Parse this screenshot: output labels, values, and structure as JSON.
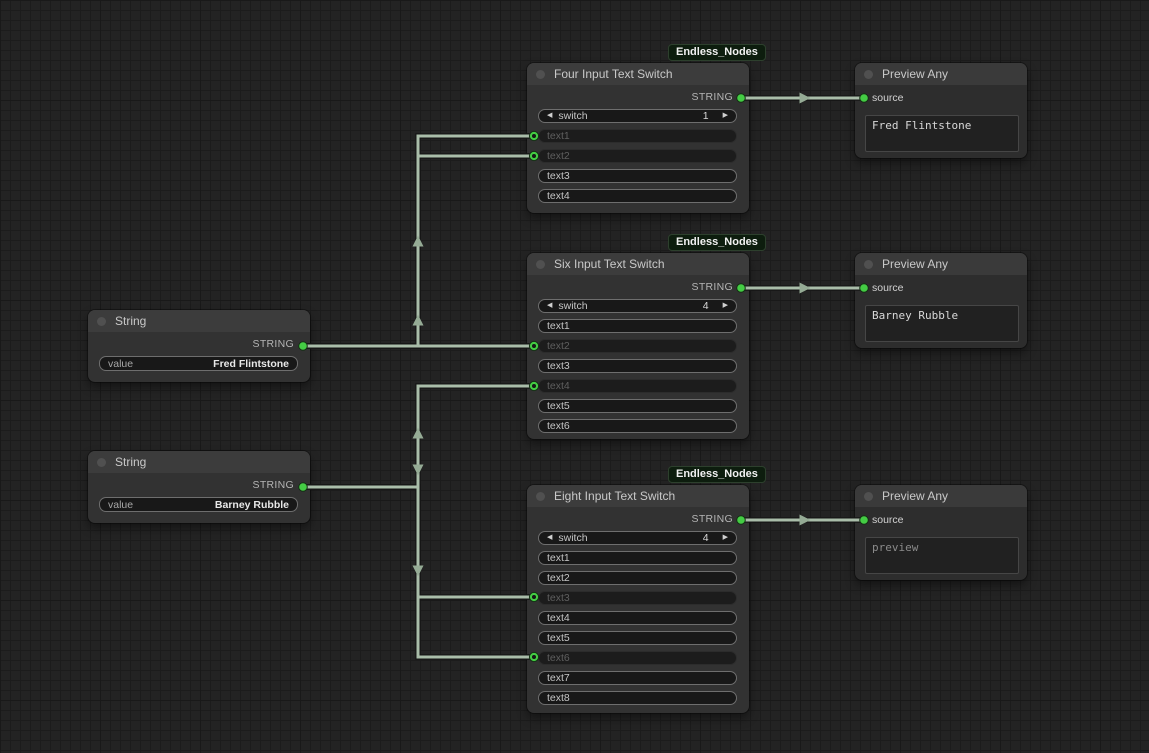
{
  "badge": "Endless_Nodes",
  "icons": {
    "left_arrow": "◀",
    "right_arrow": "▶"
  },
  "colors": {
    "link": "#a9bda9",
    "slot_green": "#44cc44",
    "node_body": "#323232",
    "node_title": "#3c3c3c",
    "badge_bg": "#0d1d0e"
  },
  "string_nodes": [
    {
      "title": "String",
      "output_label": "STRING",
      "widget_label": "value",
      "widget_value": "Fred Flintstone"
    },
    {
      "title": "String",
      "output_label": "STRING",
      "widget_label": "value",
      "widget_value": "Barney Rubble"
    }
  ],
  "switch_nodes": [
    {
      "title": "Four Input Text Switch",
      "output_label": "STRING",
      "switch_label": "switch",
      "switch_value": "1",
      "widgets": [
        {
          "label": "text1",
          "connected": true
        },
        {
          "label": "text2",
          "connected": true
        },
        {
          "label": "text3",
          "connected": false
        },
        {
          "label": "text4",
          "connected": false
        }
      ]
    },
    {
      "title": "Six Input Text Switch",
      "output_label": "STRING",
      "switch_label": "switch",
      "switch_value": "4",
      "widgets": [
        {
          "label": "text1",
          "connected": false
        },
        {
          "label": "text2",
          "connected": true
        },
        {
          "label": "text3",
          "connected": false
        },
        {
          "label": "text4",
          "connected": true
        },
        {
          "label": "text5",
          "connected": false
        },
        {
          "label": "text6",
          "connected": false
        }
      ]
    },
    {
      "title": "Eight Input Text Switch",
      "output_label": "STRING",
      "switch_label": "switch",
      "switch_value": "4",
      "widgets": [
        {
          "label": "text1",
          "connected": false
        },
        {
          "label": "text2",
          "connected": false
        },
        {
          "label": "text3",
          "connected": true
        },
        {
          "label": "text4",
          "connected": false
        },
        {
          "label": "text5",
          "connected": false
        },
        {
          "label": "text6",
          "connected": true
        },
        {
          "label": "text7",
          "connected": false
        },
        {
          "label": "text8",
          "connected": false
        }
      ]
    }
  ],
  "preview_nodes": [
    {
      "title": "Preview Any",
      "input_label": "source",
      "content": "Fred Flintstone",
      "dimmed": false
    },
    {
      "title": "Preview Any",
      "input_label": "source",
      "content": "Barney Rubble",
      "dimmed": false
    },
    {
      "title": "Preview Any",
      "input_label": "source",
      "content": "preview",
      "dimmed": true
    }
  ]
}
